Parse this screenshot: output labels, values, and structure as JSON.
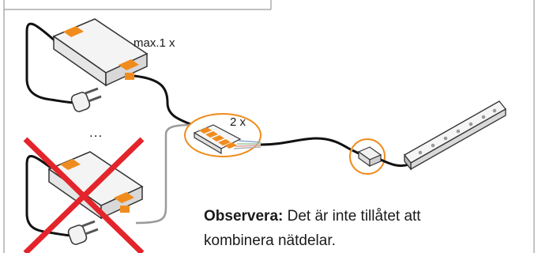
{
  "labels": {
    "max_supplies": "max.1 x",
    "connector_count": "2 x",
    "ellipsis": "..."
  },
  "note": {
    "heading": "Observera:",
    "text": " Det är inte tillåtet att kombinera nätdelar."
  },
  "colors": {
    "frame": "#9a9a9a",
    "accent_orange": "#f08c1e",
    "cable": "#111111",
    "cross_red": "#e3242b"
  },
  "icons": [
    "power-supply-icon",
    "plug-icon",
    "connector-icon",
    "led-strip-icon",
    "cross-icon"
  ]
}
